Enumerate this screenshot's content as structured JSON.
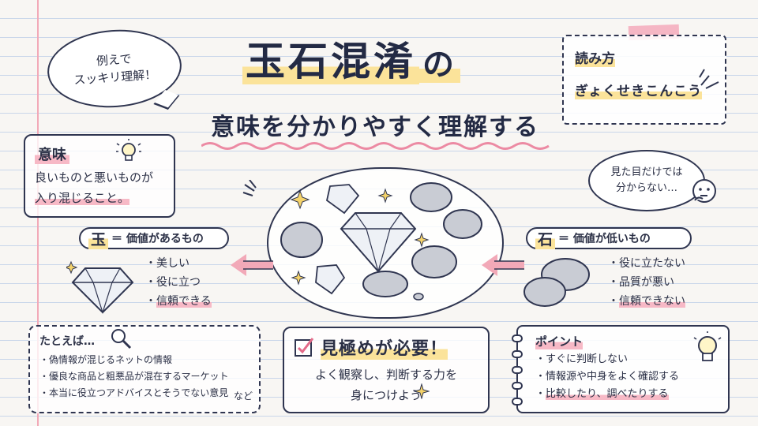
{
  "bubble_topleft": {
    "line1": "例えで",
    "line2": "スッキリ理解！"
  },
  "title": {
    "main": "玉石混淆",
    "suffix": "の",
    "subtitle": "意味を分かりやすく理解する"
  },
  "reading": {
    "label": "読み方",
    "value": "ぎょくせきこんこう"
  },
  "meaning": {
    "label": "意味",
    "line1": "良いものと悪いものが",
    "line2": "入り混じること。"
  },
  "bubble_right": {
    "line1": "見た目だけでは",
    "line2": "分からない…"
  },
  "jade": {
    "kanji": "玉",
    "desc": "＝ 価値があるもの",
    "items": [
      "美しい",
      "役に立つ",
      "信頼できる"
    ]
  },
  "stone": {
    "kanji": "石",
    "desc": "＝ 価値が低いもの",
    "items": [
      "役に立たない",
      "品質が悪い",
      "信頼できない"
    ]
  },
  "example": {
    "label": "たとえば…",
    "items": [
      "偽情報が混じるネットの情報",
      "優良な商品と粗悪品が混在するマーケット",
      "本当に役立つアドバイスとそうでない意見"
    ],
    "etc": "など"
  },
  "mikiwame": {
    "heading": "見極めが必要！",
    "line1": "よく観察し、判断する力を",
    "line2": "身につけよう"
  },
  "point": {
    "label": "ポイント",
    "items": [
      "すぐに判断しない",
      "情報源や中身をよく確認する",
      "比較したり、調べたりする"
    ]
  },
  "colors": {
    "ink": "#2a2f45",
    "pink": "#f2a9b8",
    "yellow": "#fbe39a",
    "paper": "#f8f6f3"
  },
  "icons": [
    "lightbulb-icon",
    "magnifier-icon",
    "checkbox-icon",
    "thinking-face-icon",
    "diamond-icon",
    "rock-icon",
    "sparkle-icon",
    "arrow-left-icon"
  ]
}
